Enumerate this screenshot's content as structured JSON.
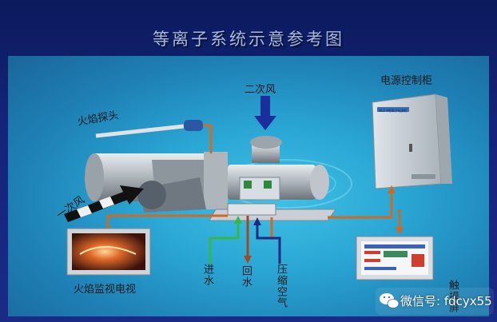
{
  "title": "等离子系统示意参考图",
  "labels": {
    "power_cabinet": "电源控制柜",
    "flame_probe": "火焰探头",
    "secondary_air": "二次风",
    "primary_air": "一次风",
    "flame_tv": "火焰监视电视",
    "water_in": "进水",
    "water_return": "回水",
    "compressed_air": "压缩空气",
    "touch_screen": "触摸屏",
    "cabinet_tag": "DLZ-II等离子电源柜"
  },
  "watermark": {
    "text": "微信号: fdcyx55"
  }
}
